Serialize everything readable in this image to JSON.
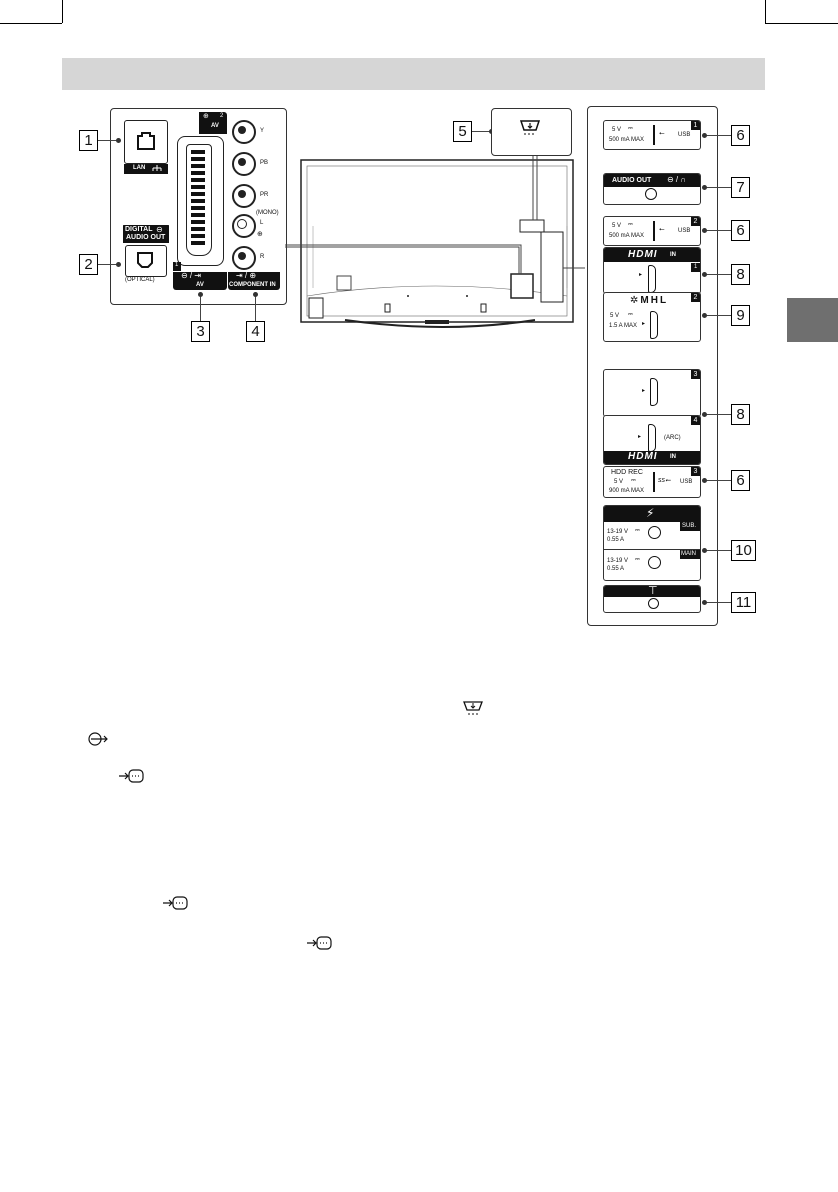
{
  "page_tab_color": "#6f6f6f",
  "header_banner_color": "#d6d6d6",
  "left_panel": {
    "lan": {
      "label": "LAN"
    },
    "digital_audio": {
      "line1": "DIGITAL",
      "line2": "AUDIO OUT",
      "optical": "(OPTICAL)"
    },
    "av_scart": {
      "top_label": "AV",
      "top_num": "2",
      "bottom_num": "1",
      "bottom_label": "AV"
    },
    "component": {
      "y": "Y",
      "pb": "PB",
      "pr": "PR",
      "mono": "(MONO)",
      "l": "L",
      "r": "R",
      "bottom_label": "COMPONENT IN"
    }
  },
  "right_panel": {
    "usb1": {
      "v": "5 V",
      "ma": "500 mA MAX",
      "usb": "USB",
      "num": "1"
    },
    "audio_out": {
      "label": "AUDIO OUT"
    },
    "usb2": {
      "v": "5 V",
      "ma": "500 mA MAX",
      "usb": "USB",
      "num": "2"
    },
    "hdmi_top": {
      "label": "HDMI",
      "in": "IN"
    },
    "hdmi1": {
      "num": "1"
    },
    "mhl": {
      "label": "MHL",
      "v": "5 V",
      "ma": "1.5 A MAX",
      "num": "2"
    },
    "hdmi3": {
      "num": "3"
    },
    "hdmi4": {
      "num": "4",
      "arc": "(ARC)"
    },
    "hdmi_bottom": {
      "label": "HDMI",
      "in": "IN"
    },
    "usb3": {
      "hdd": "HDD REC",
      "v": "5 V",
      "ma": "900 mA MAX",
      "usb": "USB",
      "num": "3"
    },
    "sat": {
      "sub_v": "13-19 V",
      "sub_a": "0.55 A",
      "sub": "SUB.",
      "main_v": "13-19 V",
      "main_a": "0.55 A",
      "main": "MAIN"
    }
  },
  "callouts": [
    "1",
    "2",
    "3",
    "4",
    "5",
    "6",
    "7",
    "6",
    "8",
    "9",
    "8",
    "6",
    "10",
    "11"
  ]
}
